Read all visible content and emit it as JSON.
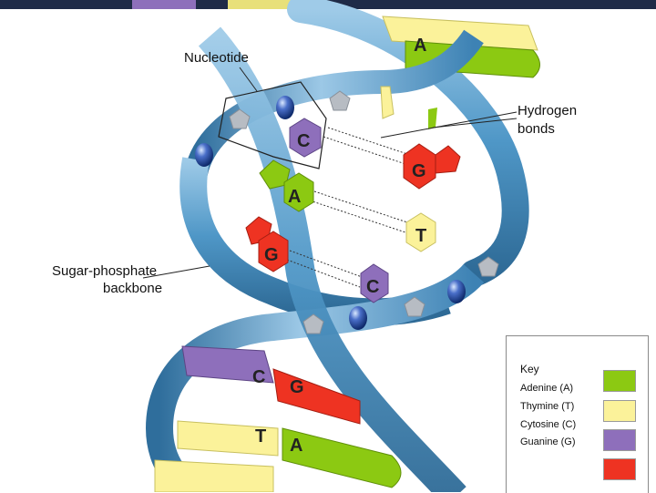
{
  "labels": {
    "nucleotide": "Nucleotide",
    "hydrogen_bonds_line1": "Hydrogen",
    "hydrogen_bonds_line2": "bonds",
    "backbone_line1": "Sugar-phosphate",
    "backbone_line2": "backbone"
  },
  "bases": {
    "b1": "A",
    "b2": "C",
    "b3": "G",
    "b4": "A",
    "b5": "T",
    "b6": "G",
    "b7": "C",
    "b8": "C",
    "b9": "G",
    "b10": "T",
    "b11": "A"
  },
  "key": {
    "title": "Key",
    "items": [
      {
        "label": "Adenine (A)",
        "color": "#8cc912"
      },
      {
        "label": "Thymine (T)",
        "color": "#fbf29a"
      },
      {
        "label": "Cytosine (C)",
        "color": "#8e6fbb"
      },
      {
        "label": "Guanine (G)",
        "color": "#ee3322"
      }
    ]
  },
  "colors": {
    "adenine": "#8cc912",
    "thymine": "#fbf29a",
    "cytosine": "#8e6fbb",
    "guanine": "#ee3322",
    "backbone": "#4f97c7",
    "header": "#1f2b47"
  }
}
